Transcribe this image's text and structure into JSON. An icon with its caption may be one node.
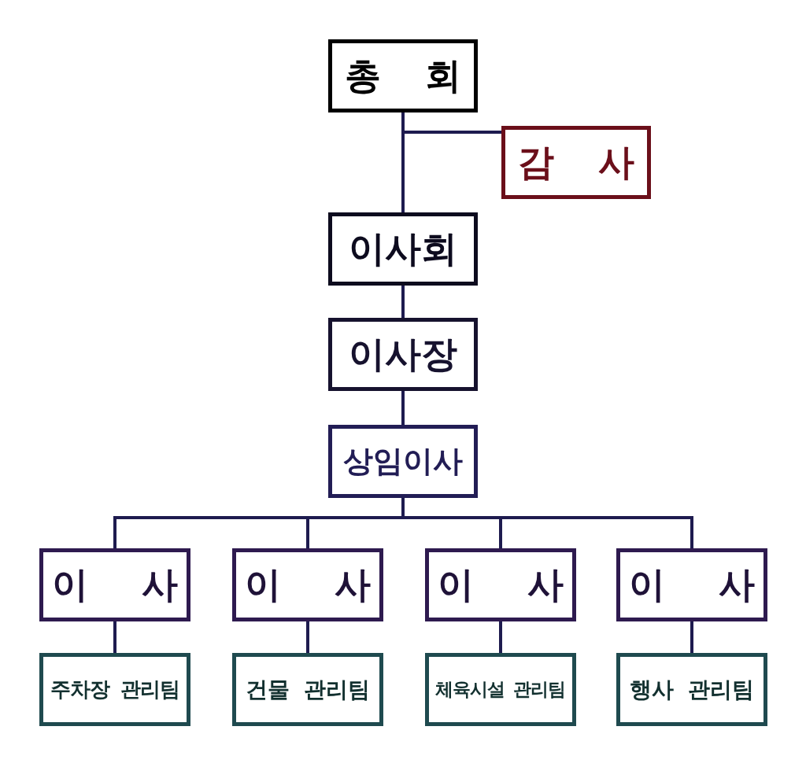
{
  "diagram": {
    "nodes": [
      {
        "text": [
          "총 회"
        ]
      },
      {
        "text": [
          "감 사"
        ]
      },
      {
        "text": [
          "이사회"
        ]
      },
      {
        "text": [
          "이사장"
        ]
      },
      {
        "text": [
          "상임이사"
        ]
      },
      {
        "text": [
          "이 사"
        ]
      },
      {
        "text": [
          "이 사"
        ]
      },
      {
        "text": [
          "이 사"
        ]
      },
      {
        "text": [
          "이 사"
        ]
      },
      {
        "text": [
          "주차장 관리팀"
        ]
      },
      {
        "text": [
          "건물 관리팀"
        ]
      },
      {
        "text": [
          "체육시설 관리팀"
        ]
      },
      {
        "text": [
          "행사 관리팀"
        ]
      }
    ],
    "edges": [
      {
        "from": 0,
        "to": 2,
        "arrow": "none"
      },
      {
        "from": 0,
        "to": 1,
        "arrow": "none"
      },
      {
        "from": 2,
        "to": 3,
        "arrow": "none"
      },
      {
        "from": 3,
        "to": 4,
        "arrow": "none"
      },
      {
        "from": 4,
        "to": 5,
        "arrow": "none"
      },
      {
        "from": 4,
        "to": 6,
        "arrow": "none"
      },
      {
        "from": 4,
        "to": 7,
        "arrow": "none"
      },
      {
        "from": 4,
        "to": 8,
        "arrow": "none"
      },
      {
        "from": 5,
        "to": 9,
        "arrow": "none"
      },
      {
        "from": 6,
        "to": 10,
        "arrow": "none"
      },
      {
        "from": 7,
        "to": 11,
        "arrow": "none"
      },
      {
        "from": 8,
        "to": 12,
        "arrow": "none"
      }
    ]
  }
}
